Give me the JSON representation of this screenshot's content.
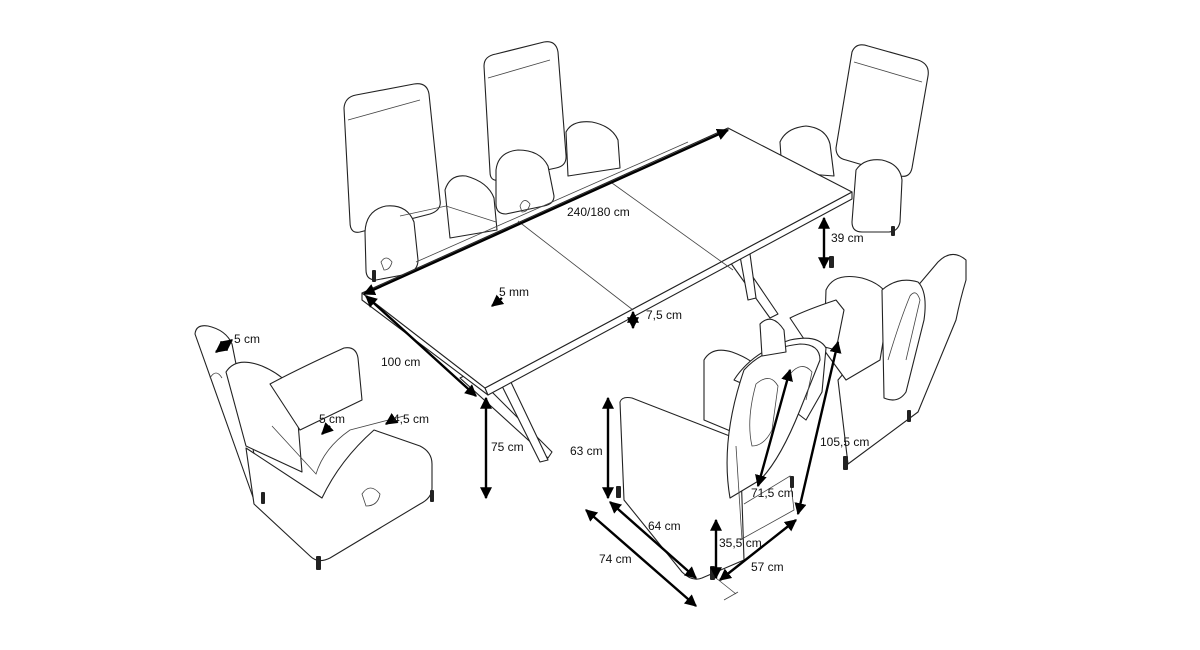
{
  "labels": {
    "table_length": "240/180 cm",
    "glass_thickness": "5 mm",
    "top_thickness": "7,5 cm",
    "table_width": "100 cm",
    "table_height": "75 cm",
    "chair_frame_side": "5 cm",
    "chair_frame_seat": "5 cm",
    "chair_frame_edge": "4,5 cm",
    "seat_clearance": "39 cm",
    "chair_armrest_height": "63 cm",
    "chair_inner_depth": "64 cm",
    "chair_depth": "74 cm",
    "chair_back_height": "71,5 cm",
    "chair_seat_height": "35,5 cm",
    "chair_width": "57 cm",
    "chair_total_height": "105,5 cm"
  }
}
